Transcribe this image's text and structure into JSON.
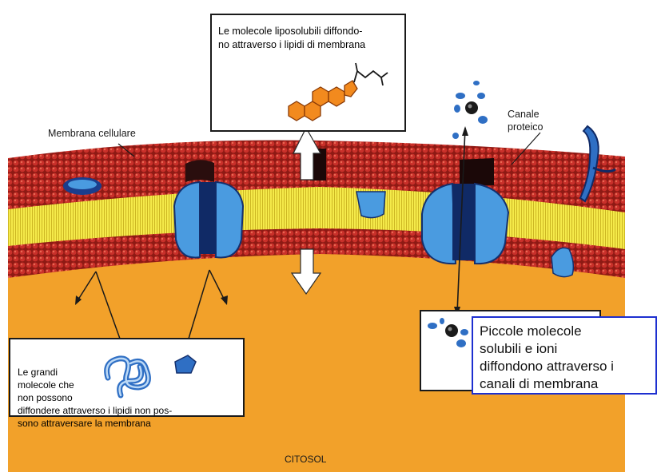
{
  "labels": {
    "top_box": [
      "Le molecole liposolubili diffondo-",
      "no attraverso i lipidi di membrana"
    ],
    "membrane": "Membrana cellulare",
    "channel": [
      "Canale",
      "proteico"
    ],
    "left_box": [
      "Le grandi",
      "molecole che",
      "non possono",
      "diffondere attraverso i lipidi non pos-",
      "sono attraversare la membrana"
    ],
    "cytosol": "CITOSOL",
    "note": [
      "Piccole molecole",
      "solubili e ioni",
      "diffondono attraverso i",
      "canali di membrana"
    ]
  },
  "colors": {
    "cytosol": "#f2a12a",
    "phospholipid_head": "#b8261f",
    "lipid_tail": "#f5ea4a",
    "protein": "#4a9be0",
    "protein_dark": "#1a3d8c",
    "note_border": "#1d2fd0"
  }
}
